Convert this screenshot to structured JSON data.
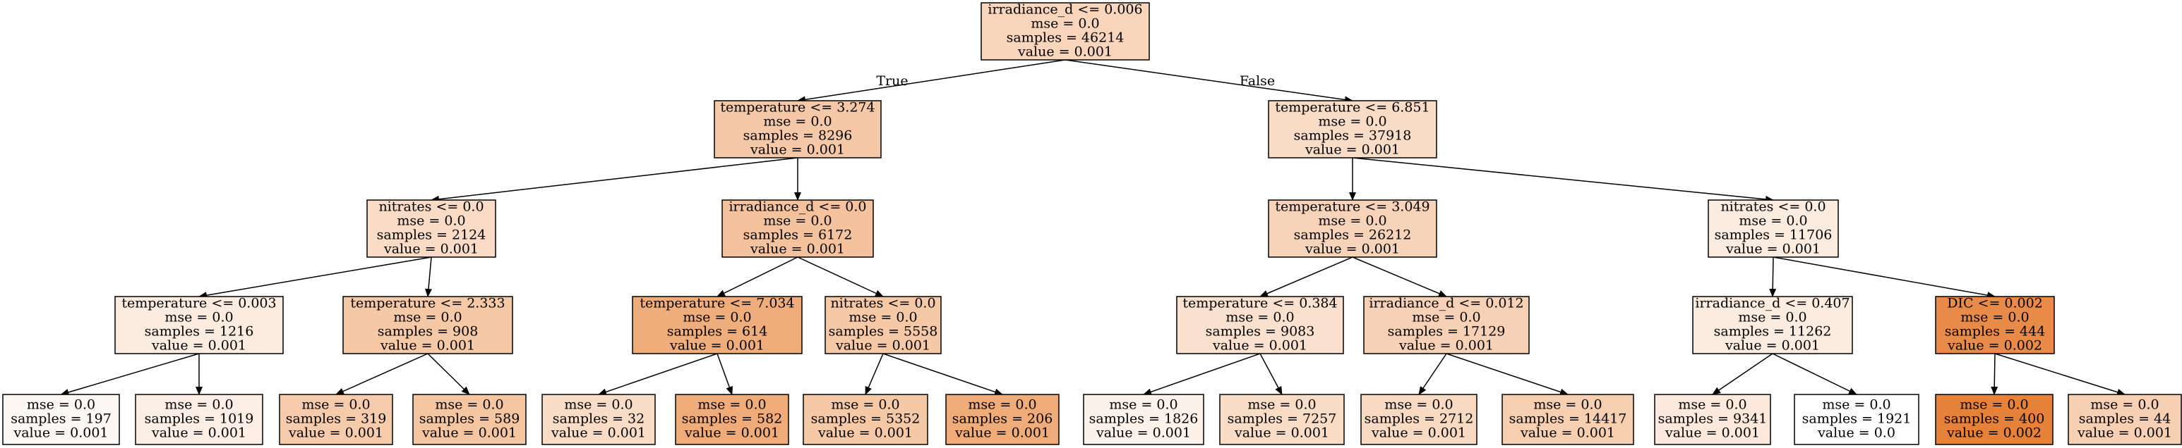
{
  "tree": {
    "root_edge_labels": {
      "true_label": "True",
      "false_label": "False"
    },
    "nodes": [
      {
        "id": "n0",
        "parent": null,
        "lines": [
          "irradiance_d <= 0.006",
          "mse = 0.0",
          "samples = 46214",
          "value = 0.001"
        ],
        "fill": "#f8d5bb"
      },
      {
        "id": "n1",
        "parent": "n0",
        "lines": [
          "temperature <= 3.274",
          "mse = 0.0",
          "samples = 8296",
          "value = 0.001"
        ],
        "fill": "#f5c9a8"
      },
      {
        "id": "n2",
        "parent": "n0",
        "lines": [
          "temperature <= 6.851",
          "mse = 0.0",
          "samples = 37918",
          "value = 0.001"
        ],
        "fill": "#f9dcc6"
      },
      {
        "id": "n3",
        "parent": "n1",
        "lines": [
          "nitrates <= 0.0",
          "mse = 0.0",
          "samples = 2124",
          "value = 0.001"
        ],
        "fill": "#fadcc6"
      },
      {
        "id": "n4",
        "parent": "n1",
        "lines": [
          "irradiance_d <= 0.0",
          "mse = 0.0",
          "samples = 6172",
          "value = 0.001"
        ],
        "fill": "#f4c39e"
      },
      {
        "id": "n5",
        "parent": "n2",
        "lines": [
          "temperature <= 3.049",
          "mse = 0.0",
          "samples = 26212",
          "value = 0.001"
        ],
        "fill": "#f7d4b9"
      },
      {
        "id": "n6",
        "parent": "n2",
        "lines": [
          "nitrates <= 0.0",
          "mse = 0.0",
          "samples = 11706",
          "value = 0.001"
        ],
        "fill": "#fcebdf"
      },
      {
        "id": "n7",
        "parent": "n3",
        "lines": [
          "temperature <= 0.003",
          "mse = 0.0",
          "samples = 1216",
          "value = 0.001"
        ],
        "fill": "#fcebdf"
      },
      {
        "id": "n8",
        "parent": "n3",
        "lines": [
          "temperature <= 2.333",
          "mse = 0.0",
          "samples = 908",
          "value = 0.001"
        ],
        "fill": "#f5c8a6"
      },
      {
        "id": "n9",
        "parent": "n4",
        "lines": [
          "temperature <= 7.034",
          "mse = 0.0",
          "samples = 614",
          "value = 0.001"
        ],
        "fill": "#efad7c"
      },
      {
        "id": "n10",
        "parent": "n4",
        "lines": [
          "nitrates <= 0.0",
          "mse = 0.0",
          "samples = 5558",
          "value = 0.001"
        ],
        "fill": "#f5c8a6"
      },
      {
        "id": "n11",
        "parent": "n5",
        "lines": [
          "temperature <= 0.384",
          "mse = 0.0",
          "samples = 9083",
          "value = 0.001"
        ],
        "fill": "#fae0ce"
      },
      {
        "id": "n12",
        "parent": "n5",
        "lines": [
          "irradiance_d <= 0.012",
          "mse = 0.0",
          "samples = 17129",
          "value = 0.001"
        ],
        "fill": "#f7d1b5"
      },
      {
        "id": "n13",
        "parent": "n6",
        "lines": [
          "irradiance_d <= 0.407",
          "mse = 0.0",
          "samples = 11262",
          "value = 0.001"
        ],
        "fill": "#fcebdf"
      },
      {
        "id": "n14",
        "parent": "n6",
        "lines": [
          "DIC <= 0.002",
          "mse = 0.0",
          "samples = 444",
          "value = 0.002"
        ],
        "fill": "#e88b49"
      },
      {
        "id": "n15",
        "parent": "n7",
        "lines": [
          "mse = 0.0",
          "samples = 197",
          "value = 0.001"
        ],
        "fill": "#fef8f4"
      },
      {
        "id": "n16",
        "parent": "n7",
        "lines": [
          "mse = 0.0",
          "samples = 1019",
          "value = 0.001"
        ],
        "fill": "#fceee4"
      },
      {
        "id": "n17",
        "parent": "n8",
        "lines": [
          "mse = 0.0",
          "samples = 319",
          "value = 0.001"
        ],
        "fill": "#f6cbac"
      },
      {
        "id": "n18",
        "parent": "n8",
        "lines": [
          "mse = 0.0",
          "samples = 589",
          "value = 0.001"
        ],
        "fill": "#f4c5a1"
      },
      {
        "id": "n19",
        "parent": "n9",
        "lines": [
          "mse = 0.0",
          "samples = 32",
          "value = 0.001"
        ],
        "fill": "#f9dcc6"
      },
      {
        "id": "n20",
        "parent": "n9",
        "lines": [
          "mse = 0.0",
          "samples = 582",
          "value = 0.001"
        ],
        "fill": "#efab78"
      },
      {
        "id": "n21",
        "parent": "n10",
        "lines": [
          "mse = 0.0",
          "samples = 5352",
          "value = 0.001"
        ],
        "fill": "#f5c8a6"
      },
      {
        "id": "n22",
        "parent": "n10",
        "lines": [
          "mse = 0.0",
          "samples = 206",
          "value = 0.001"
        ],
        "fill": "#efab78"
      },
      {
        "id": "n23",
        "parent": "n11",
        "lines": [
          "mse = 0.0",
          "samples = 1826",
          "value = 0.001"
        ],
        "fill": "#fdf2ea"
      },
      {
        "id": "n24",
        "parent": "n11",
        "lines": [
          "mse = 0.0",
          "samples = 7257",
          "value = 0.001"
        ],
        "fill": "#f9dcc6"
      },
      {
        "id": "n25",
        "parent": "n12",
        "lines": [
          "mse = 0.0",
          "samples = 2712",
          "value = 0.001"
        ],
        "fill": "#f8d9c2"
      },
      {
        "id": "n26",
        "parent": "n12",
        "lines": [
          "mse = 0.0",
          "samples = 14417",
          "value = 0.001"
        ],
        "fill": "#f6ceb0"
      },
      {
        "id": "n27",
        "parent": "n13",
        "lines": [
          "mse = 0.0",
          "samples = 9341",
          "value = 0.001"
        ],
        "fill": "#fce9dc"
      },
      {
        "id": "n28",
        "parent": "n13",
        "lines": [
          "mse = 0.0",
          "samples = 1921",
          "value = 0.0"
        ],
        "fill": "#ffffff"
      },
      {
        "id": "n29",
        "parent": "n14",
        "lines": [
          "mse = 0.0",
          "samples = 400",
          "value = 0.002"
        ],
        "fill": "#e58139"
      },
      {
        "id": "n30",
        "parent": "n14",
        "lines": [
          "mse = 0.0",
          "samples = 44",
          "value = 0.001"
        ],
        "fill": "#f7d0b3"
      }
    ]
  }
}
